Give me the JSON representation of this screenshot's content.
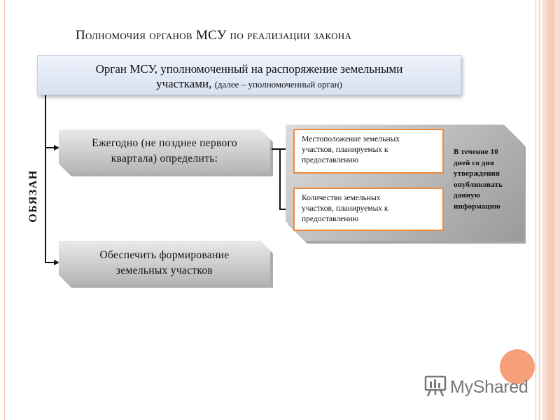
{
  "title": "Полномочия органов МСУ по реализации закона",
  "top_box": {
    "line1": "Орган МСУ, уполномоченный на распоряжение земельными",
    "line2": "участками,",
    "line2_small": "(далее – уполномоченный орган)"
  },
  "vertical_label": "ОБЯЗАН",
  "box_annual": {
    "line1": "Ежегодно (не позднее первого",
    "line2": "квартала) определить:"
  },
  "box_formation": {
    "line1": "Обеспечить формирование",
    "line2": "земельных участков"
  },
  "box_location": {
    "line1": "Местоположение земельных",
    "line2": "участков, планируемых к",
    "line3": "предоставлению"
  },
  "box_quantity": {
    "line1": "Количество земельных",
    "line2": "участков, планируемых к",
    "line3": "предоставлению"
  },
  "note": {
    "line1": "В течение 10",
    "line2": "дней со дня",
    "line3": "утверждения",
    "line4": "опубликовать",
    "line5": "данную",
    "line6": "информацию"
  },
  "logo": {
    "text": "MyShared",
    "icon": "presentation-board-icon"
  },
  "colors": {
    "accent_orange": "#f08a3c",
    "circle": "#f6a07a",
    "frame": "#f9dccf"
  }
}
